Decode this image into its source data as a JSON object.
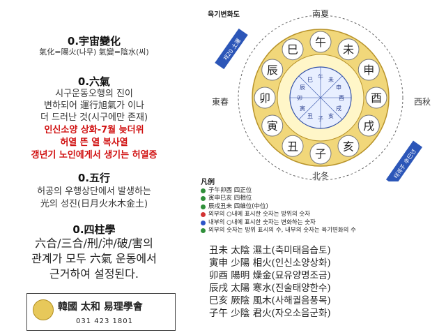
{
  "left": {
    "s1_title": "0.宇宙變化",
    "s1_line": "氣化=陽火(나무) 氣變=陰水(씨)",
    "s2_title": "0.六氣",
    "s2_lines": [
      "시구운동오행의 진이",
      "변하되어 運行旭氣가 이나",
      "더 드러난 것(시구에만 존재)"
    ],
    "s2_red": [
      "인신소양 상화-7월 늦더위",
      "허열 뜬 열 복사열",
      "갱년기 노인에게서 생기는 허열증"
    ],
    "s3_title": "0.五行",
    "s3_lines": [
      "허공의 우행상단에서 발생하는",
      "光의 성진(日月火水木金土)"
    ],
    "s4_title": "0.四柱學",
    "s4_lines": [
      "六合/三合/刑/沖/破/害의",
      "관계가 모두 六氣 운동에서",
      "근거하여 설정된다."
    ],
    "stamp_org": "韓國 太和 易理學會",
    "stamp_tel": "031 423 1801"
  },
  "right": {
    "title": "육기변화도",
    "season_top": "南夏",
    "season_left": "東春",
    "season_right": "西秋",
    "season_bottom": "北冬",
    "branches": [
      "午",
      "未",
      "申",
      "酉",
      "戌",
      "亥",
      "子",
      "丑",
      "寅",
      "卯",
      "辰",
      "巳"
    ],
    "ring_labels": [
      "午",
      "未",
      "申",
      "酉",
      "戌",
      "亥",
      "子",
      "丑",
      "寅",
      "卯",
      "辰",
      "巳"
    ],
    "badge_left": "제20 土運",
    "badge_right": "태궤子 辛巳년",
    "legend_title": "凡例",
    "legend_items": [
      "子午卯酉 四正位",
      "寅申巳亥 四相位",
      "辰戌丑未 四維位(中位)",
      "외부의 ○내에 표시한 숫자는 방위의 숫자",
      "내부의 ○내에 표시한 숫자는 변화하는 숫자",
      "외부의 숫자는 방위 표시의 수, 내부의 숫자는 육기변화의 수"
    ],
    "qi_rows": [
      "丑未 太陰 濕土(축미태음습토)",
      "寅申 少陽 相火(인신소양상화)",
      "卯酉 陽明 燥金(묘유양명조금)",
      "辰戌 太陽 寒水(진술태양한수)",
      "巳亥 厥陰 風木(사해궐음풍목)",
      "子午 少陰 君火(자오소음군화)"
    ]
  }
}
